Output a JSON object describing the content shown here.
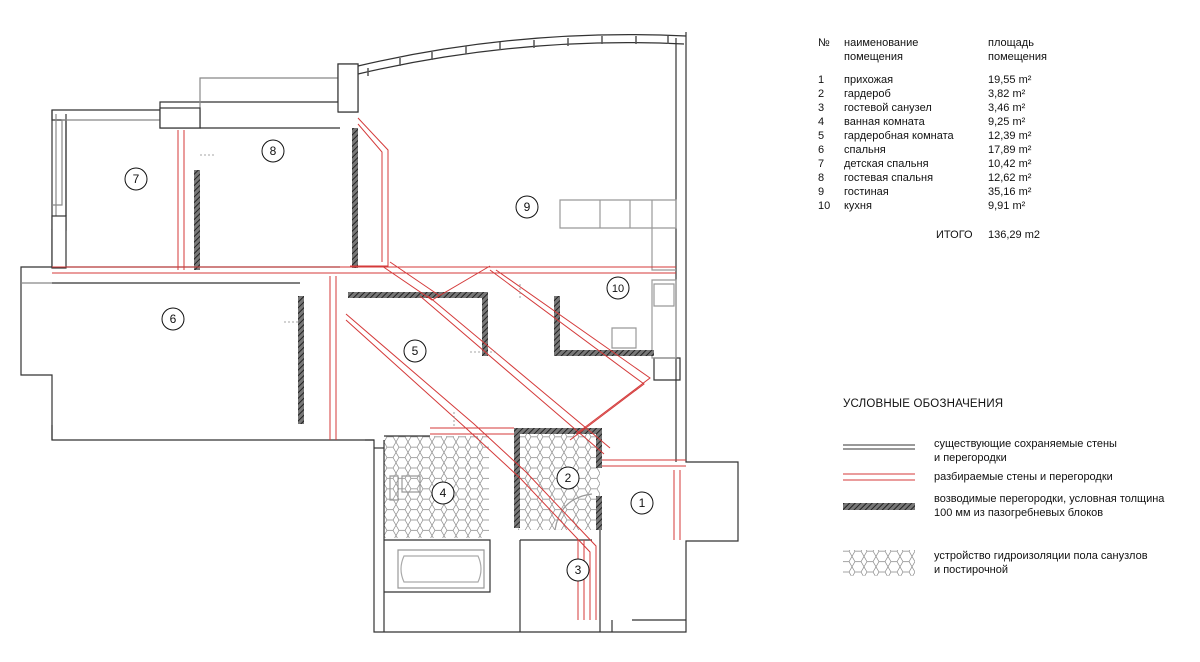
{
  "table": {
    "header_no": "№",
    "header_name_l1": "наименование",
    "header_name_l2": "помещения",
    "header_area_l1": "площадь",
    "header_area_l2": "помещения",
    "rows": [
      {
        "no": "1",
        "name": "прихожая",
        "area": "19,55 m²"
      },
      {
        "no": "2",
        "name": "гардероб",
        "area": "3,82 m²"
      },
      {
        "no": "3",
        "name": "гостевой санузел",
        "area": "3,46 m²"
      },
      {
        "no": "4",
        "name": "ванная комната",
        "area": "9,25 m²"
      },
      {
        "no": "5",
        "name": "гардеробная комната",
        "area": "12,39 m²"
      },
      {
        "no": "6",
        "name": "спальня",
        "area": "17,89 m²"
      },
      {
        "no": "7",
        "name": "детская спальня",
        "area": "10,42 m²"
      },
      {
        "no": "8",
        "name": "гостевая спальня",
        "area": "12,62 m²"
      },
      {
        "no": "9",
        "name": "гостиная",
        "area": "35,16 m²"
      },
      {
        "no": "10",
        "name": "кухня",
        "area": "9,91 m²"
      }
    ],
    "total_label": "ИТОГО",
    "total_value": "136,29 m2"
  },
  "legend": {
    "title": "УСЛОВНЫЕ ОБОЗНАЧЕНИЯ",
    "items": [
      {
        "l1": "существующие сохраняемые стены",
        "l2": "и перегородки"
      },
      {
        "l1": "разбираемые стены и перегородки",
        "l2": ""
      },
      {
        "l1": "возводимые перегородки, условная толщина",
        "l2": "100 мм из пазогребневых блоков"
      },
      {
        "l1": "устройство гидроизоляции пола санузлов",
        "l2": "и постирочной"
      }
    ]
  },
  "plan": {
    "room_numbers": [
      "1",
      "2",
      "3",
      "4",
      "5",
      "6",
      "7",
      "8",
      "9",
      "10"
    ]
  },
  "colors": {
    "wall": "#333333",
    "demolish": "#d43a3a",
    "new_wall": "#555555",
    "paper": "#ffffff"
  }
}
